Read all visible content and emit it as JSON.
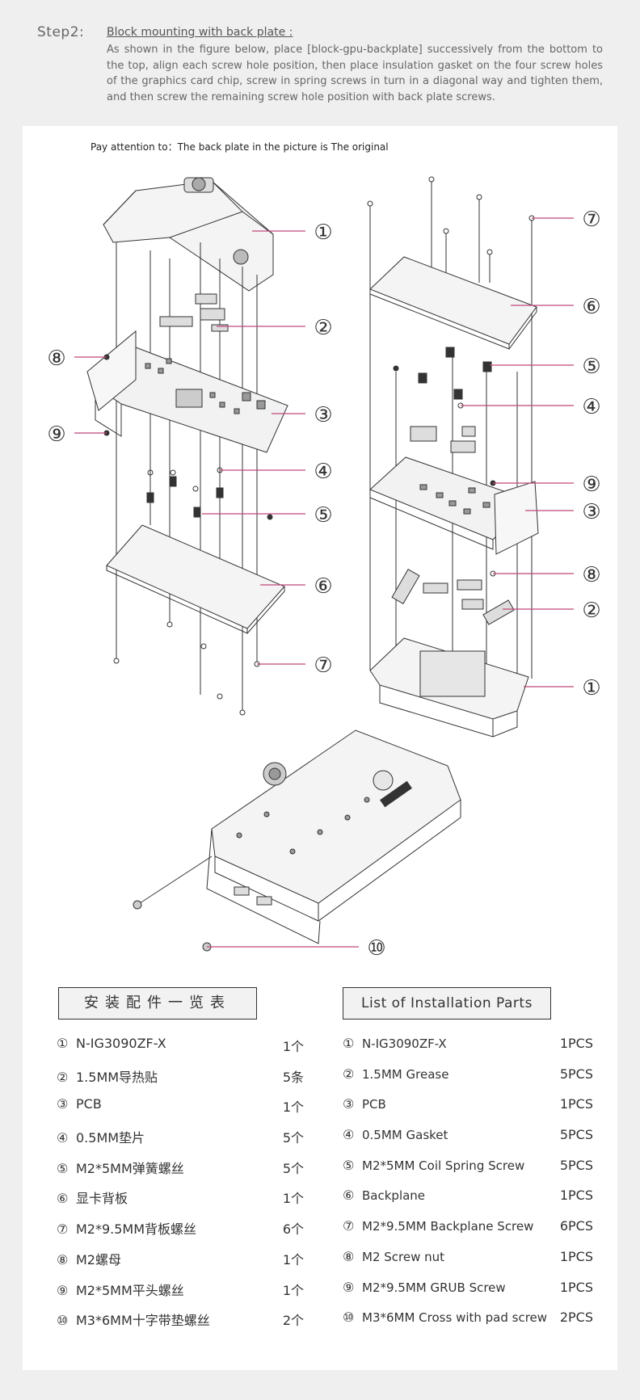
{
  "header": {
    "step_label": "Step2:",
    "title": "Block mounting with back plate :",
    "description": "As shown in the figure below, place [block-gpu-backplate] successively from the bottom to the top, align each screw hole position, then place insulation gasket on the four screw holes of the graphics card chip, screw in spring screws in turn in a diagonal way and tighten them, and then screw the remaining screw hole position with back plate screws."
  },
  "panel": {
    "note": "Pay attention to：The back plate in the picture is The original"
  },
  "callouts": {
    "n1": "①",
    "n2": "②",
    "n3": "③",
    "n4": "④",
    "n5": "⑤",
    "n6": "⑥",
    "n7": "⑦",
    "n8": "⑧",
    "n9": "⑨",
    "n10": "⑩"
  },
  "parts_cn": {
    "title": "安装配件一览表",
    "items": [
      {
        "num": "①",
        "name": "N-IG3090ZF-X",
        "qty": "1个"
      },
      {
        "num": "②",
        "name": "1.5MM导热贴",
        "qty": "5条"
      },
      {
        "num": "③",
        "name": "PCB",
        "qty": "1个"
      },
      {
        "num": "④",
        "name": "0.5MM垫片",
        "qty": "5个"
      },
      {
        "num": "⑤",
        "name": "M2*5MM弹簧螺丝",
        "qty": "5个"
      },
      {
        "num": "⑥",
        "name": "显卡背板",
        "qty": "1个"
      },
      {
        "num": "⑦",
        "name": "M2*9.5MM背板螺丝",
        "qty": "6个"
      },
      {
        "num": "⑧",
        "name": "M2螺母",
        "qty": "1个"
      },
      {
        "num": "⑨",
        "name": "M2*5MM平头螺丝",
        "qty": "1个"
      },
      {
        "num": "⑩",
        "name": "M3*6MM十字带垫螺丝",
        "qty": "2个"
      }
    ]
  },
  "parts_en": {
    "title": "List of Installation Parts",
    "items": [
      {
        "num": "①",
        "name": "N-IG3090ZF-X",
        "qty": "1PCS"
      },
      {
        "num": "②",
        "name": "1.5MM Grease",
        "qty": "5PCS"
      },
      {
        "num": "③",
        "name": "PCB",
        "qty": "1PCS"
      },
      {
        "num": "④",
        "name": "0.5MM Gasket",
        "qty": "5PCS"
      },
      {
        "num": "⑤",
        "name": "M2*5MM Coil Spring Screw",
        "qty": "5PCS"
      },
      {
        "num": "⑥",
        "name": "Backplane",
        "qty": "1PCS"
      },
      {
        "num": "⑦",
        "name": "M2*9.5MM Backplane Screw",
        "qty": "6PCS"
      },
      {
        "num": "⑧",
        "name": "M2 Screw nut",
        "qty": "1PCS"
      },
      {
        "num": "⑨",
        "name": "M2*9.5MM GRUB Screw",
        "qty": "1PCS"
      },
      {
        "num": "⑩",
        "name": "M3*6MM Cross with pad screw",
        "qty": "2PCS"
      }
    ]
  },
  "colors": {
    "background": "#efefef",
    "panel": "#ffffff",
    "leader_line": "#c0487a",
    "ink": "#333333"
  }
}
